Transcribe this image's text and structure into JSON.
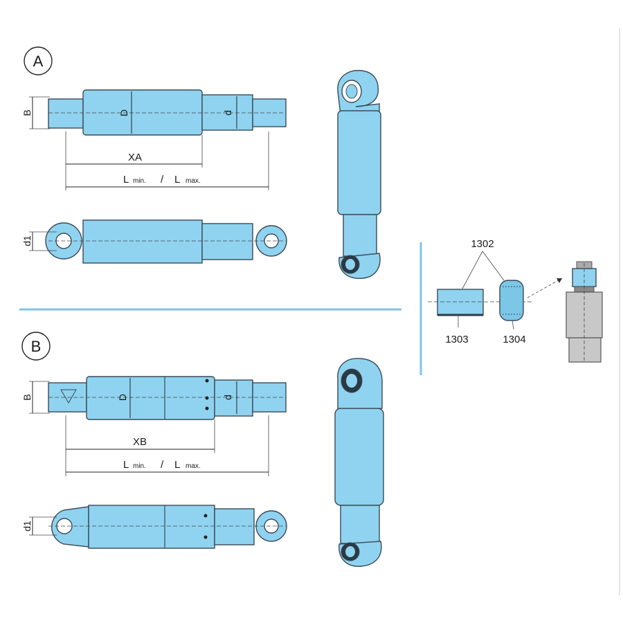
{
  "variant_a": {
    "badge": "A",
    "xa": "XA",
    "lmin": "L",
    "lmin_sub": "min.",
    "slash": "/",
    "lmax": "L",
    "lmax_sub": "max.",
    "b": "B",
    "big_d": "D",
    "small_d": "d",
    "d1": "d1"
  },
  "variant_b": {
    "badge": "B",
    "xb": "XB",
    "lmin": "L",
    "lmin_sub": "min.",
    "slash": "/",
    "lmax": "L",
    "lmax_sub": "max.",
    "b": "B",
    "big_d": "D",
    "small_d": "d",
    "d1": "d1"
  },
  "bushing_set": {
    "label_1302": "1302",
    "label_1303": "1303",
    "label_1304": "1304"
  },
  "colors": {
    "part": "#8fd3f0",
    "separator": "#7cc6e8",
    "outline": "#3a4a55"
  }
}
